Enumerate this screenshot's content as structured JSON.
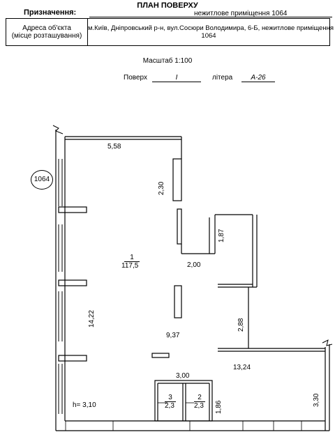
{
  "header": {
    "title": "ПЛАН ПОВЕРХУ",
    "purpose_label": "Призначення:",
    "purpose_value": "нежитлове приміщення 1064",
    "address_label_line1": "Адреса об'єкта",
    "address_label_line2": "(місце розташування)",
    "address_value_line1": "м.Київ, Дніпровський р-н, вул.Сосюри Володимира, 6-Б, нежитлове приміщення",
    "address_value_line2": "1064"
  },
  "scale": "Масштаб 1:100",
  "floor": {
    "label": "Поверх",
    "value": "I",
    "letter_label": "літера",
    "letter_value": "А-26"
  },
  "plan": {
    "premise_number": "1064",
    "rooms": [
      {
        "number": "1",
        "area": "117,5"
      },
      {
        "number": "2",
        "area": "2,3"
      },
      {
        "number": "3",
        "area": "2,3"
      }
    ],
    "dimensions": {
      "top_width": "5,58",
      "upper_wall": "2,30",
      "niche_height": "1,87",
      "niche_width": "2,00",
      "left_height": "14,22",
      "right_step": "2,88",
      "center": "9,37",
      "bottom_width": "13,24",
      "wc_width": "3,00",
      "wc_height": "1,86",
      "right_bottom": "3,30"
    },
    "ceiling_height": "h= 3,10"
  }
}
